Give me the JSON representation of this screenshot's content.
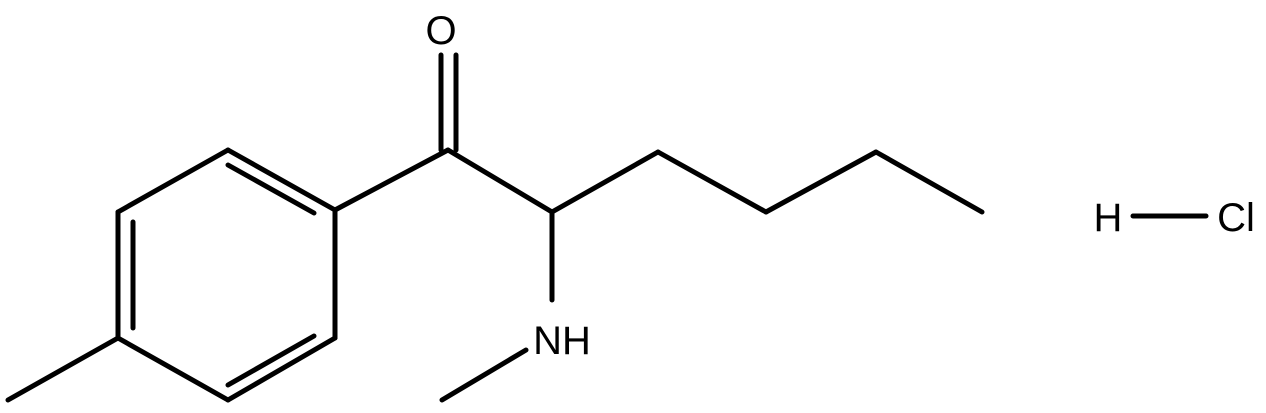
{
  "diagram": {
    "type": "chemical-structure",
    "atom_labels": {
      "oxygen": "O",
      "amine": "NH",
      "hydrogen": "H",
      "chlorine": "Cl"
    },
    "colors": {
      "ink": "#000000",
      "background": "#ffffff"
    }
  }
}
